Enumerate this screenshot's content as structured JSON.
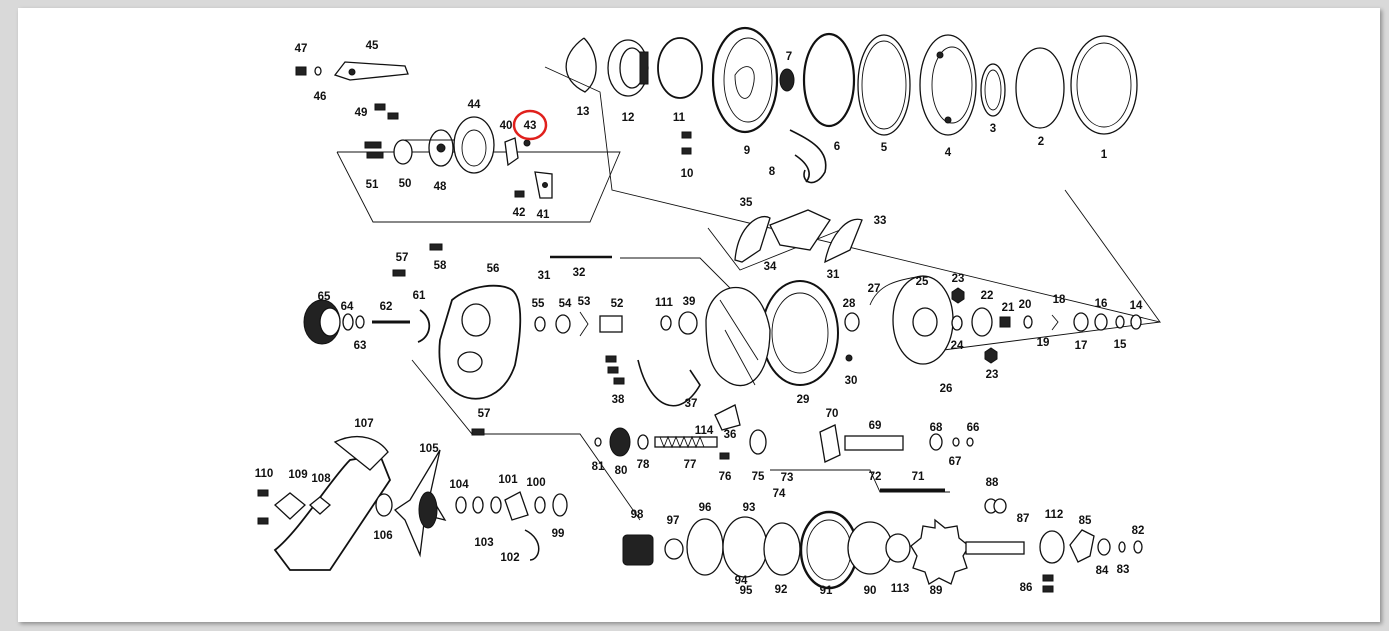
{
  "diagram": {
    "highlight_color": "#e0201c",
    "highlighted_part": "43",
    "part_labels": [
      "1",
      "2",
      "3",
      "4",
      "5",
      "6",
      "7",
      "8",
      "9",
      "10",
      "11",
      "12",
      "13",
      "14",
      "15",
      "16",
      "17",
      "18",
      "19",
      "20",
      "21",
      "22",
      "23",
      "23",
      "24",
      "25",
      "26",
      "27",
      "28",
      "29",
      "30",
      "31",
      "31",
      "32",
      "33",
      "34",
      "35",
      "36",
      "37",
      "38",
      "39",
      "40",
      "41",
      "42",
      "43",
      "44",
      "45",
      "46",
      "47",
      "48",
      "49",
      "50",
      "51",
      "52",
      "53",
      "54",
      "55",
      "56",
      "57",
      "57",
      "58",
      "61",
      "62",
      "63",
      "64",
      "65",
      "66",
      "67",
      "68",
      "69",
      "70",
      "71",
      "72",
      "73",
      "74",
      "75",
      "76",
      "77",
      "78",
      "80",
      "81",
      "82",
      "83",
      "84",
      "85",
      "86",
      "87",
      "88",
      "89",
      "90",
      "91",
      "92",
      "93",
      "94",
      "95",
      "96",
      "97",
      "98",
      "99",
      "100",
      "101",
      "102",
      "103",
      "104",
      "105",
      "106",
      "107",
      "108",
      "109",
      "110",
      "111",
      "112",
      "113",
      "114"
    ]
  }
}
